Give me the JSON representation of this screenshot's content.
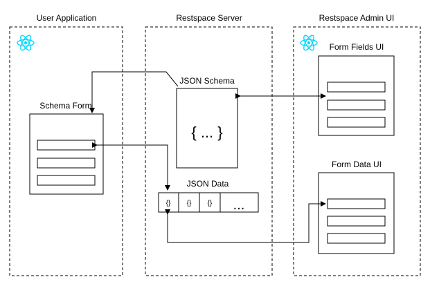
{
  "columns": {
    "user_app": "User Application",
    "server": "Restspace Server",
    "admin": "Restspace Admin UI"
  },
  "nodes": {
    "schema_form": "Schema Form",
    "json_schema": "JSON Schema",
    "json_schema_content": "{ ... }",
    "json_data": "JSON Data",
    "data_cell_1": "{}",
    "data_cell_2": "{}",
    "data_cell_3": "{}",
    "data_ellipsis": "...",
    "form_fields_ui": "Form Fields UI",
    "form_data_ui": "Form Data UI"
  },
  "icons": {
    "react": "react-logo-icon",
    "react_color": "#00d8ff"
  }
}
